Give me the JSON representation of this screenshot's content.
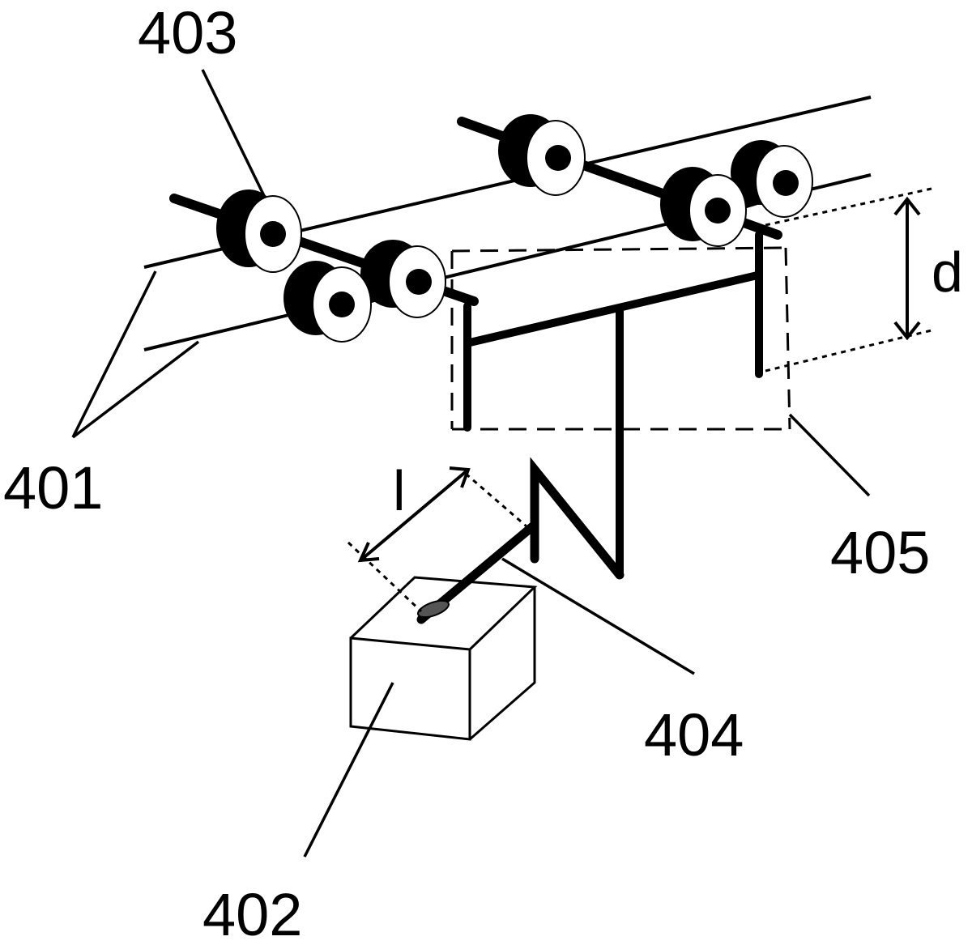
{
  "labels": {
    "rails": "401",
    "box": "402",
    "wheels": "403",
    "spring_arm": "404",
    "region": "405",
    "distance_d": "d",
    "length_l": "l"
  },
  "colors": {
    "ink": "#000000",
    "paper": "#ffffff"
  }
}
